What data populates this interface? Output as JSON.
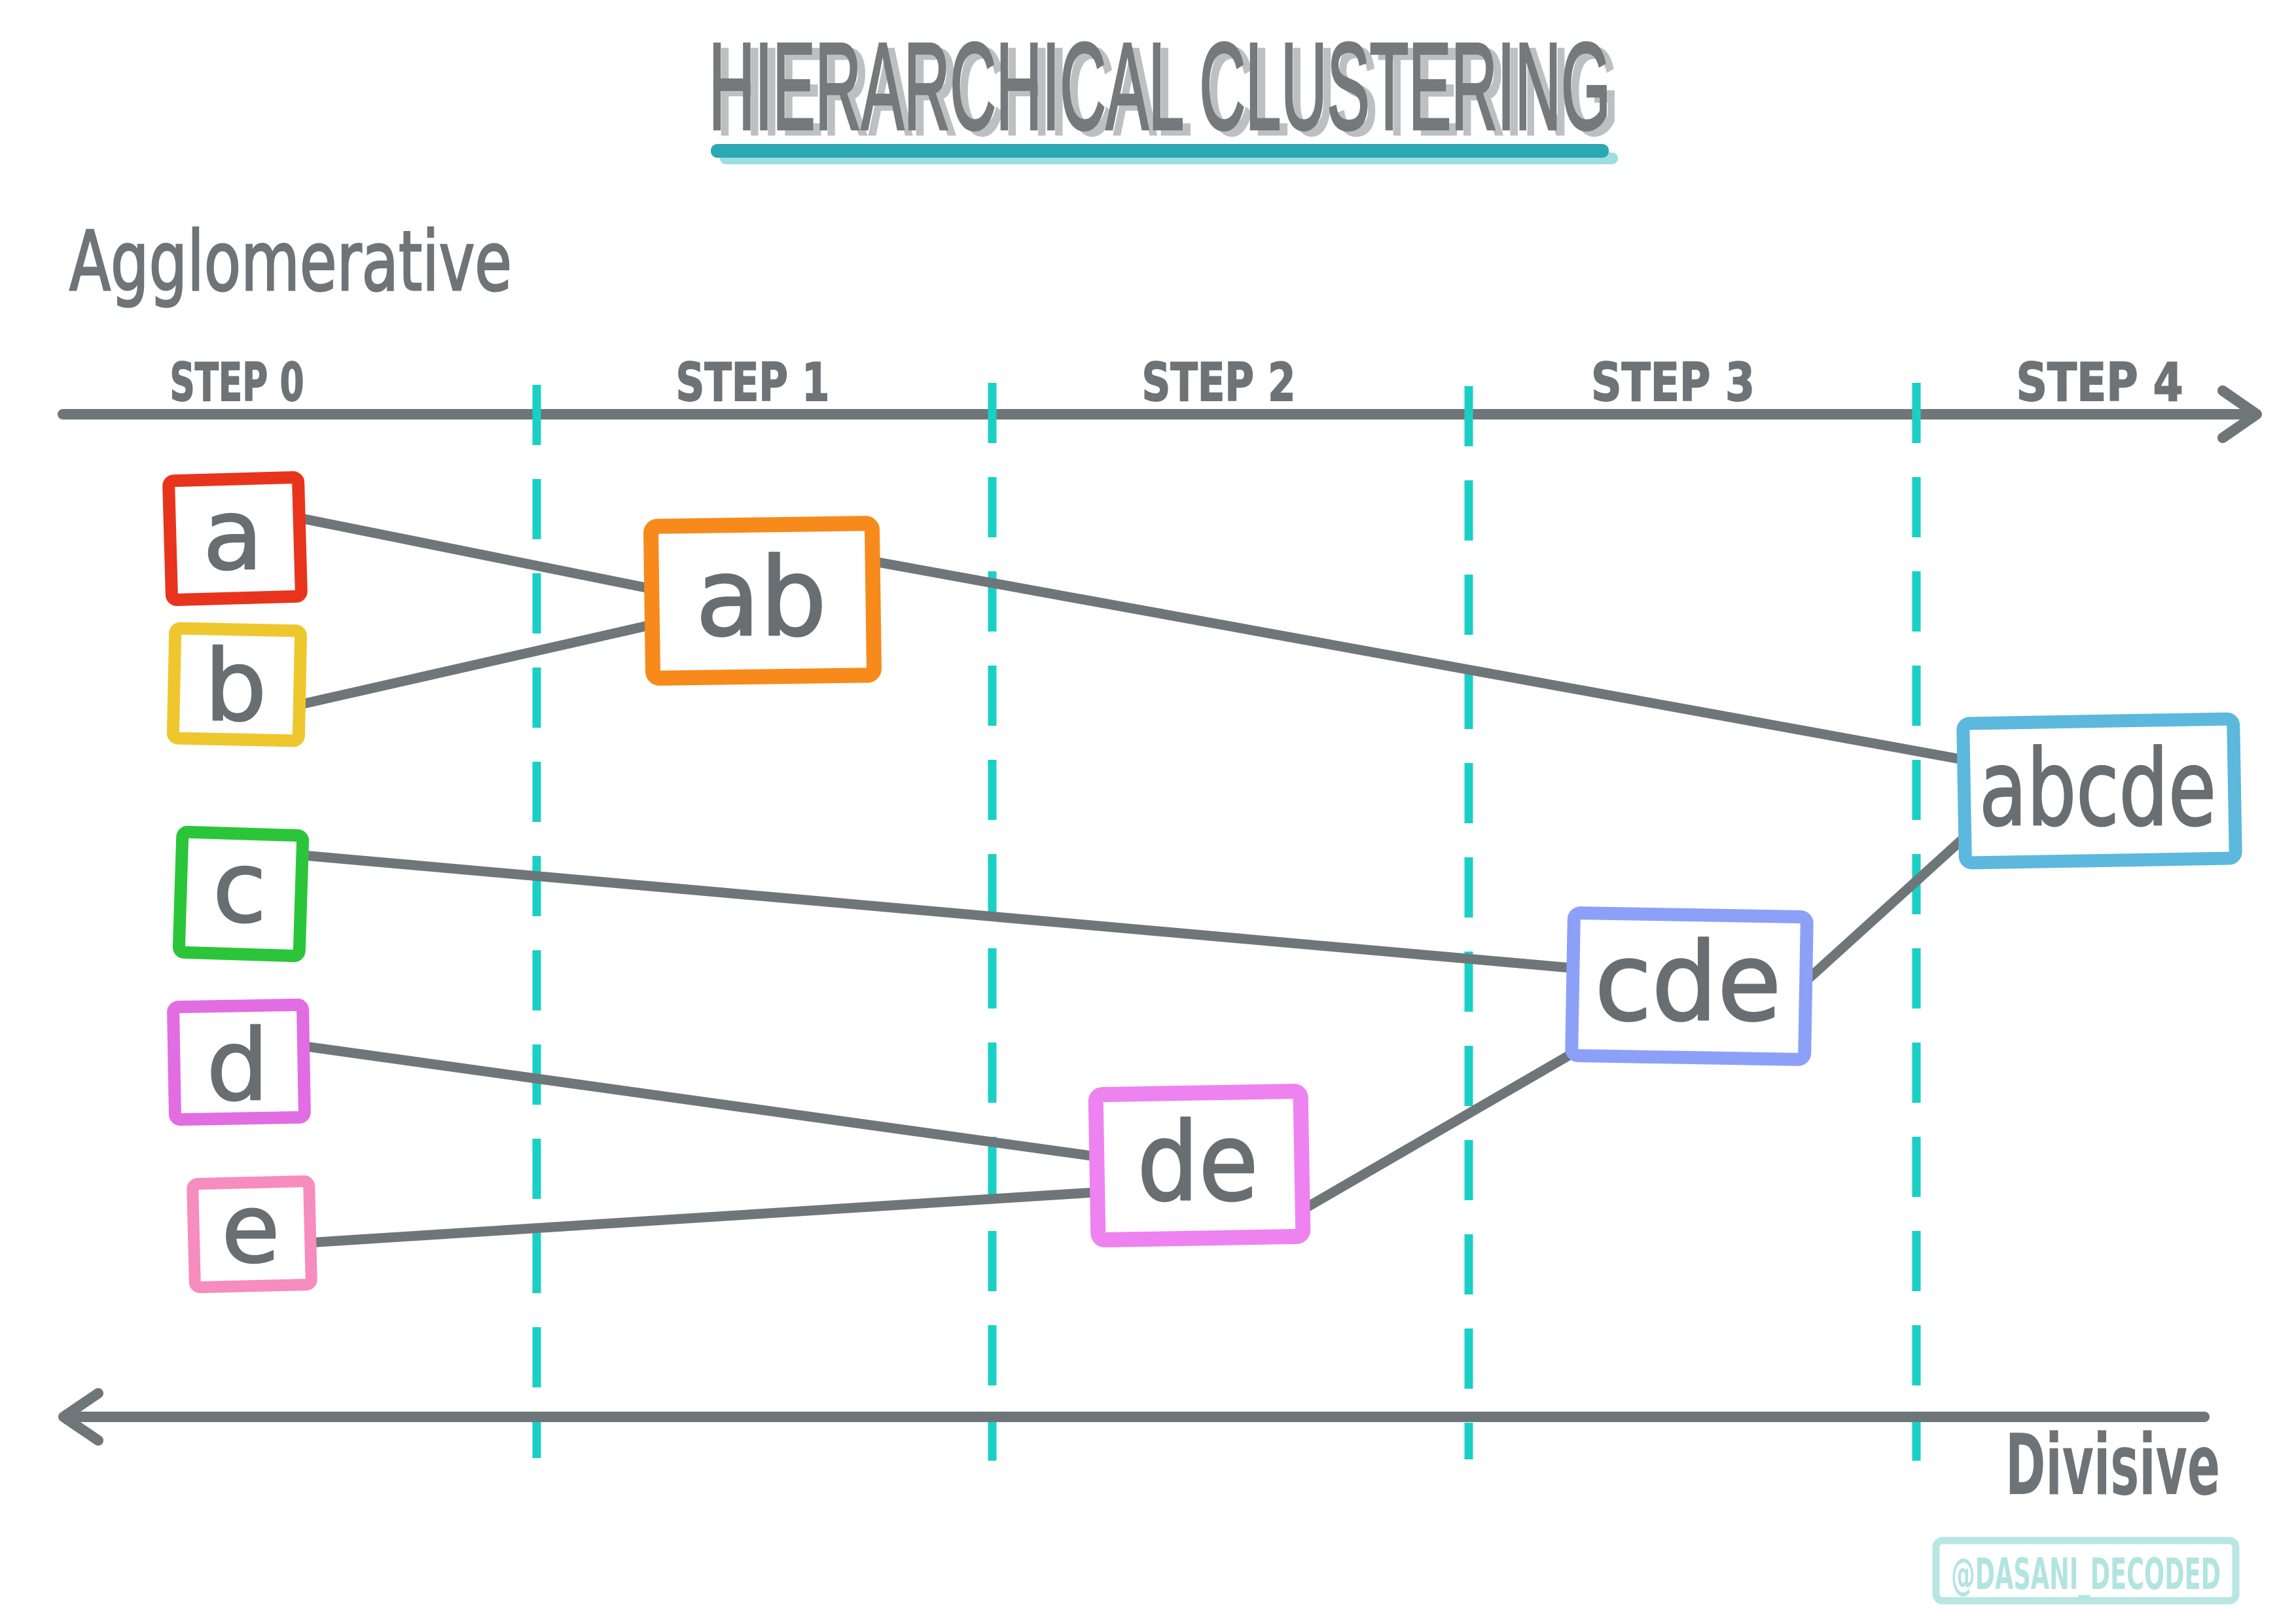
{
  "title": {
    "text": "HIERARCHICAL CLUSTERING"
  },
  "labels": {
    "agglomerative": "Agglomerative",
    "divisive": "Divisive"
  },
  "timeline": {
    "steps": [
      {
        "label": "STEP 0"
      },
      {
        "label": "STEP 1"
      },
      {
        "label": "STEP 2"
      },
      {
        "label": "STEP 3"
      },
      {
        "label": "STEP 4"
      }
    ]
  },
  "diagram": {
    "type": "hierarchical-clustering-dendrogram",
    "nodes": [
      {
        "id": "a",
        "label": "a",
        "step": 0,
        "border_color": "#e8341d"
      },
      {
        "id": "b",
        "label": "b",
        "step": 0,
        "border_color": "#eec72e"
      },
      {
        "id": "c",
        "label": "c",
        "step": 0,
        "border_color": "#2bc53a"
      },
      {
        "id": "d",
        "label": "d",
        "step": 0,
        "border_color": "#e26ce2"
      },
      {
        "id": "e",
        "label": "e",
        "step": 0,
        "border_color": "#f78cbe"
      },
      {
        "id": "ab",
        "label": "ab",
        "step": 1,
        "border_color": "#f78a1b"
      },
      {
        "id": "de",
        "label": "de",
        "step": 2,
        "border_color": "#ee82f0"
      },
      {
        "id": "cde",
        "label": "cde",
        "step": 3,
        "border_color": "#8da0f8"
      },
      {
        "id": "abcde",
        "label": "abcde",
        "step": 4,
        "border_color": "#5cb8dc"
      }
    ],
    "edges": [
      [
        "a",
        "ab"
      ],
      [
        "b",
        "ab"
      ],
      [
        "ab",
        "abcde"
      ],
      [
        "c",
        "cde"
      ],
      [
        "d",
        "de"
      ],
      [
        "e",
        "de"
      ],
      [
        "de",
        "cde"
      ],
      [
        "cde",
        "abcde"
      ]
    ]
  },
  "watermark": {
    "text": "@DASANI_DECODED"
  },
  "colors": {
    "ink_gray": "#6f7679",
    "letter_gray": "#686e71",
    "title_gray": "#75797c",
    "title_shadow": "#bcc0c1",
    "title_underline_teal": "#2aa8b4",
    "step_divider_teal": "#1ad0c5",
    "watermark_teal": "#b2e4e0"
  }
}
